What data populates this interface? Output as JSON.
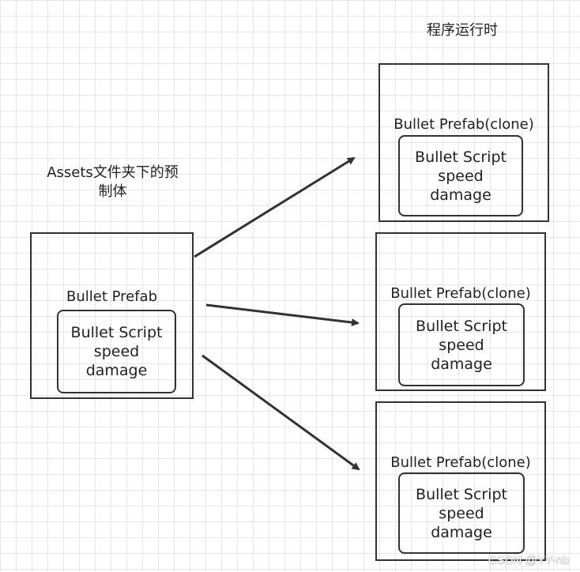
{
  "runtime_label": "程序运行时",
  "assets_label_line1": "Assets文件夹下的预",
  "assets_label_line2": "制体",
  "source": {
    "title": "Bullet Prefab",
    "script": "Bullet Script",
    "field1": "speed",
    "field2": "damage"
  },
  "clones": [
    {
      "title": "Bullet Prefab(clone)",
      "script": "Bullet Script",
      "field1": "speed",
      "field2": "damage"
    },
    {
      "title": "Bullet Prefab(clone)",
      "script": "Bullet Script",
      "field1": "speed",
      "field2": "damage"
    },
    {
      "title": "Bullet Prefab(clone)",
      "script": "Bullet Script",
      "field1": "speed",
      "field2": "damage"
    }
  ],
  "watermark": "CSDN @YY-nb"
}
